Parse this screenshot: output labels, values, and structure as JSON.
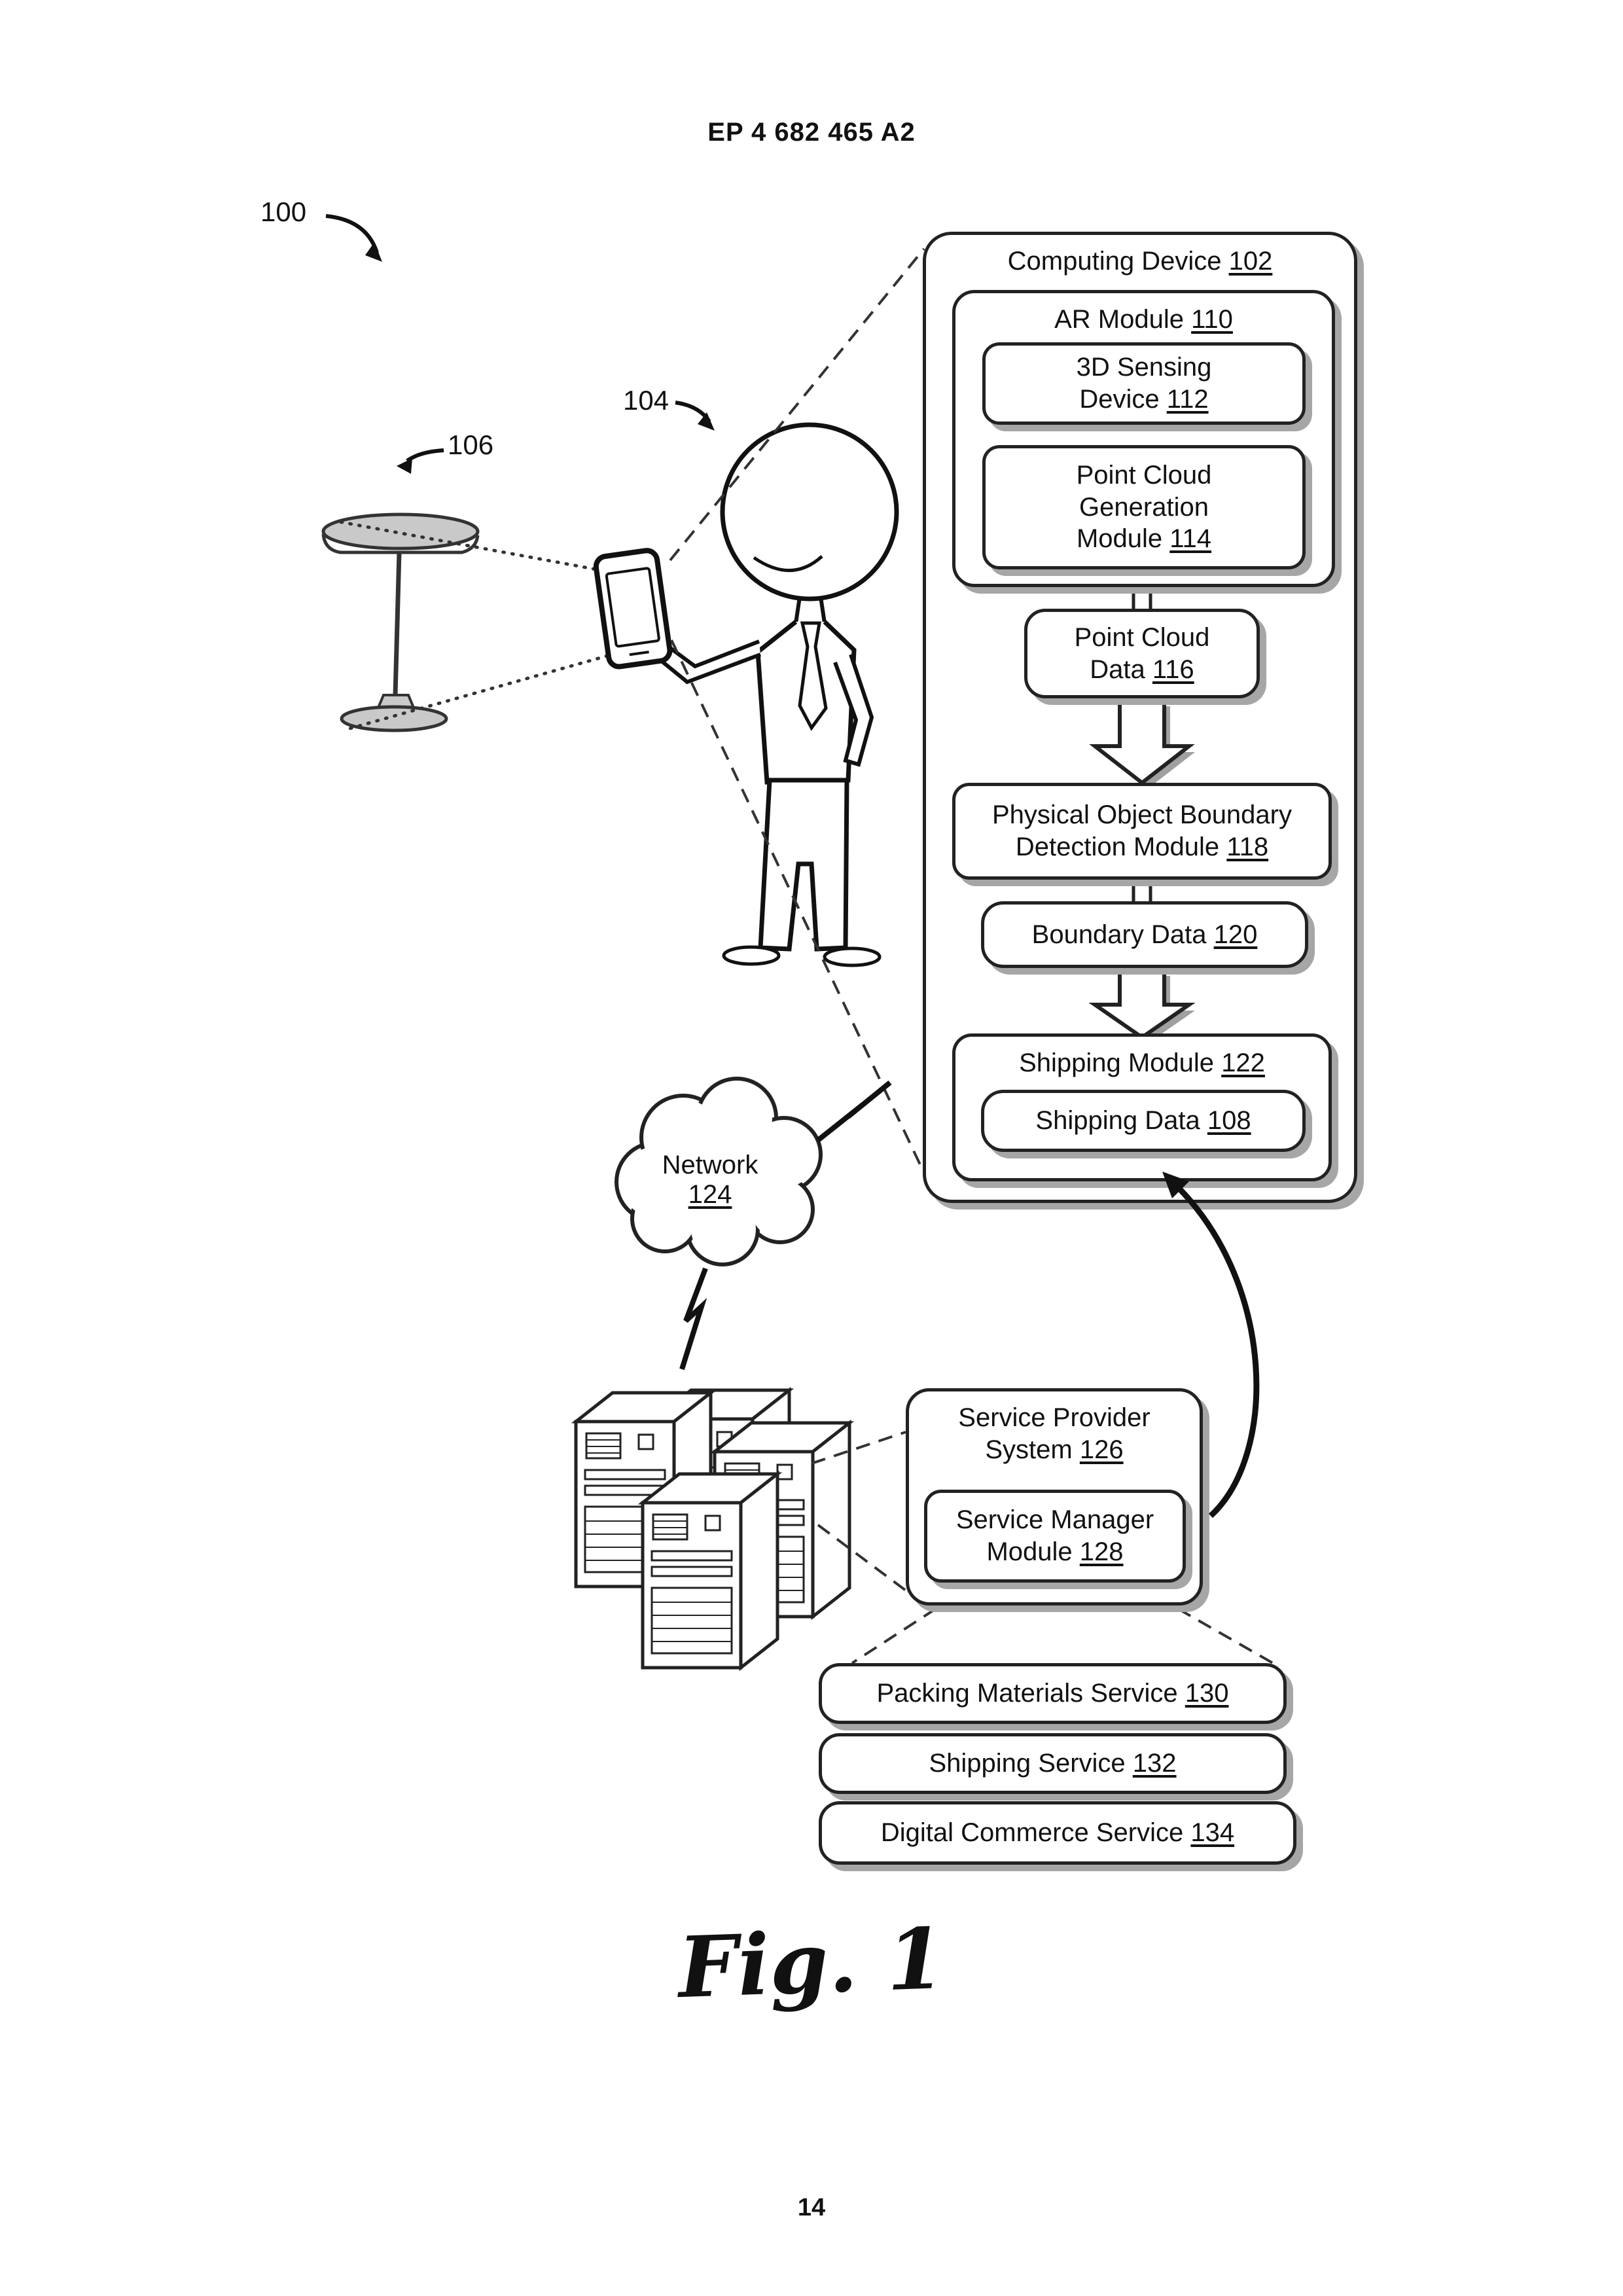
{
  "page": {
    "header": "EP 4 682 465 A2",
    "page_number": "14",
    "figure_caption": "Fig. 1"
  },
  "labels": {
    "l100": "100",
    "l104": "104",
    "l106": "106"
  },
  "computing_device": {
    "title": "Computing Device",
    "num": "102",
    "ar_module": {
      "title": "AR Module",
      "num": "110"
    },
    "sensing": {
      "title": "3D Sensing\nDevice",
      "num": "112"
    },
    "pcgen": {
      "title": "Point Cloud\nGeneration\nModule",
      "num": "114"
    },
    "pc_data": {
      "title": "Point Cloud\nData",
      "num": "116"
    },
    "boundary_module": {
      "title": "Physical Object Boundary\nDetection Module",
      "num": "118"
    },
    "boundary_data": {
      "title": "Boundary Data",
      "num": "120"
    },
    "shipping_module": {
      "title": "Shipping Module",
      "num": "122"
    },
    "shipping_data": {
      "title": "Shipping Data",
      "num": "108"
    }
  },
  "network": {
    "title": "Network",
    "num": "124"
  },
  "service_provider": {
    "title": "Service Provider\nSystem",
    "num": "126",
    "manager": {
      "title": "Service Manager\nModule",
      "num": "128"
    }
  },
  "services": [
    {
      "title": "Packing Materials Service",
      "num": "130"
    },
    {
      "title": "Shipping Service",
      "num": "132"
    },
    {
      "title": "Digital Commerce Service",
      "num": "134"
    }
  ],
  "colors": {
    "line": "#222222",
    "shadow": "#a6a6a6",
    "fill": "#ffffff"
  }
}
